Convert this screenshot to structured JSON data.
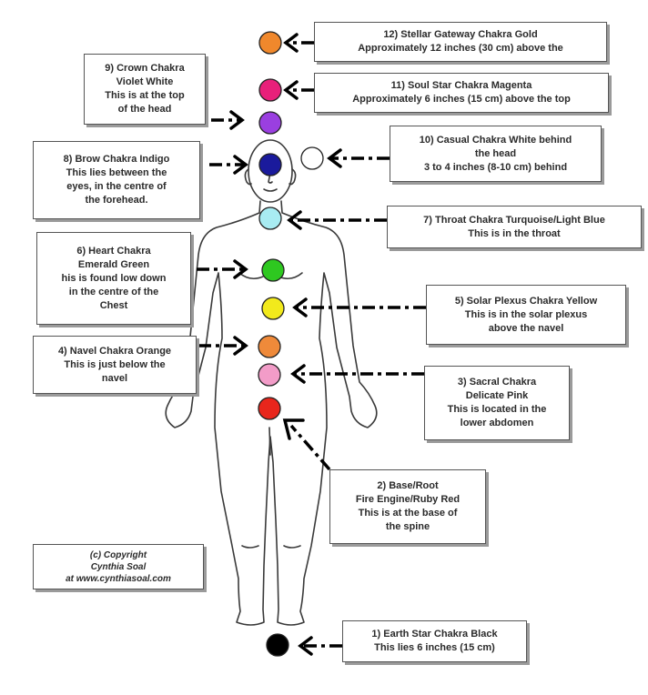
{
  "chakras": [
    {
      "id": "stellar-gateway",
      "color": "#f0882c",
      "lines": [
        "12) Stellar Gateway Chakra Gold",
        "Approximately 12 inches (30 cm) above the"
      ]
    },
    {
      "id": "soul-star",
      "color": "#e8207a",
      "lines": [
        "11) Soul Star Chakra Magenta",
        "Approximately 6 inches (15 cm) above the top"
      ]
    },
    {
      "id": "crown",
      "color": "#9a3fe0",
      "lines": [
        "9) Crown Chakra",
        "Violet White",
        "This is at the top",
        "of the head"
      ]
    },
    {
      "id": "casual",
      "color": "#ffffff",
      "lines": [
        "10) Casual Chakra White behind",
        "the head",
        "3 to 4 inches (8-10 cm) behind"
      ]
    },
    {
      "id": "brow",
      "color": "#1a1a9c",
      "lines": [
        "8) Brow Chakra Indigo",
        "This lies between the",
        "eyes, in the centre of",
        "the forehead."
      ]
    },
    {
      "id": "throat",
      "color": "#a8ecf2",
      "lines": [
        "7) Throat Chakra Turquoise/Light Blue",
        "This is in the throat"
      ]
    },
    {
      "id": "heart",
      "color": "#2ec820",
      "lines": [
        "6) Heart Chakra",
        "Emerald Green",
        "his is found low down",
        "in the centre of the",
        "Chest"
      ]
    },
    {
      "id": "solar-plexus",
      "color": "#f2ea1c",
      "lines": [
        "5) Solar Plexus Chakra Yellow",
        "This is in the solar plexus",
        "above the navel"
      ]
    },
    {
      "id": "navel",
      "color": "#ef8a3a",
      "lines": [
        "4) Navel Chakra Orange",
        "This is just below the",
        "navel"
      ]
    },
    {
      "id": "sacral",
      "color": "#f29cc8",
      "lines": [
        "3) Sacral Chakra",
        "Delicate Pink",
        "This is located in the",
        "lower abdomen"
      ]
    },
    {
      "id": "base-root",
      "color": "#e8261c",
      "lines": [
        "2) Base/Root",
        "Fire Engine/Ruby Red",
        "This is at the base of",
        "the spine"
      ]
    },
    {
      "id": "earth-star",
      "color": "#000000",
      "lines": [
        "1) Earth Star Chakra Black",
        "This lies 6 inches (15 cm)"
      ]
    }
  ],
  "copyright": [
    "(c) Copyright",
    "Cynthia Soal",
    "at www.cynthiasoal.com"
  ]
}
